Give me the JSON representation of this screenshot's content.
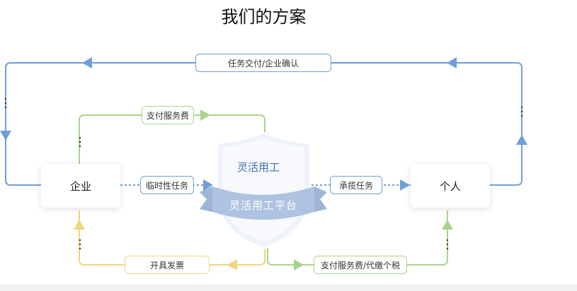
{
  "title": "我们的方案",
  "nodes": {
    "enterprise": "企业",
    "individual": "个人"
  },
  "platform": {
    "name": "灵活用工",
    "ribbon": "灵活用工平台"
  },
  "flows": {
    "delivery_confirm": "任务交付/企业确认",
    "pay_service_fee": "支付服务费",
    "temporary_task": "临时性任务",
    "undertake_task": "承揽任务",
    "invoice": "开具发票",
    "pay_fee_tax": "支付服务费/代缴个税"
  },
  "colors": {
    "blue": "#6f9fd8",
    "green": "#a8d48a",
    "yellow": "#f1d47c",
    "shield": "#eef3fa",
    "ribbon": "#9db4d6"
  }
}
